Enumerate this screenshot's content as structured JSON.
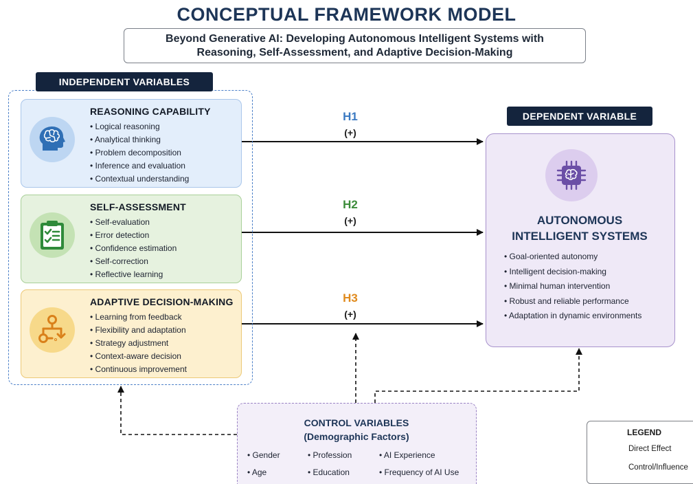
{
  "title": "CONCEPTUAL FRAMEWORK MODEL",
  "subtitle_line1": "Beyond Generative AI: Developing Autonomous Intelligent Systems with",
  "subtitle_line2": "Reasoning, Self-Assessment, and Adaptive Decision-Making",
  "independent_label": "INDEPENDENT VARIABLES",
  "dependent_label": "DEPENDENT VARIABLE",
  "independent_variables": [
    {
      "title": "REASONING CAPABILITY",
      "icon": "brain-head-icon",
      "color": "#3b7ac2",
      "items": [
        "Logical reasoning",
        "Analytical thinking",
        "Problem decomposition",
        "Inference and evaluation",
        "Contextual understanding"
      ]
    },
    {
      "title": "SELF-ASSESSMENT",
      "icon": "clipboard-checklist-icon",
      "color": "#3c8c3a",
      "items": [
        "Self-evaluation",
        "Error detection",
        "Confidence estimation",
        "Self-correction",
        "Reflective learning"
      ]
    },
    {
      "title": "ADAPTIVE DECISION-MAKING",
      "icon": "decision-flow-icon",
      "color": "#e08a1d",
      "items": [
        "Learning from feedback",
        "Flexibility and adaptation",
        "Strategy adjustment",
        "Context-aware decision",
        "Continuous improvement"
      ]
    }
  ],
  "hypotheses": [
    {
      "label": "H1",
      "sign": "(+)",
      "color": "#3b7ac2"
    },
    {
      "label": "H2",
      "sign": "(+)",
      "color": "#3c8c3a"
    },
    {
      "label": "H3",
      "sign": "(+)",
      "color": "#e08a1d"
    }
  ],
  "dependent_variable": {
    "title_line1": "AUTONOMOUS",
    "title_line2": "INTELLIGENT SYSTEMS",
    "icon": "ai-chip-brain-icon",
    "items": [
      "Goal-oriented autonomy",
      "Intelligent decision-making",
      "Minimal human intervention",
      "Robust and reliable performance",
      "Adaptation in dynamic environments"
    ]
  },
  "control_variables": {
    "title_line1": "CONTROL VARIABLES",
    "title_line2": "(Demographic Factors)",
    "items": [
      "Gender",
      "Profession",
      "AI Experience",
      "Age",
      "Education",
      "Frequency of AI Use"
    ]
  },
  "legend": {
    "title": "LEGEND",
    "direct": "Direct Effect",
    "control": "Control/Influence"
  }
}
